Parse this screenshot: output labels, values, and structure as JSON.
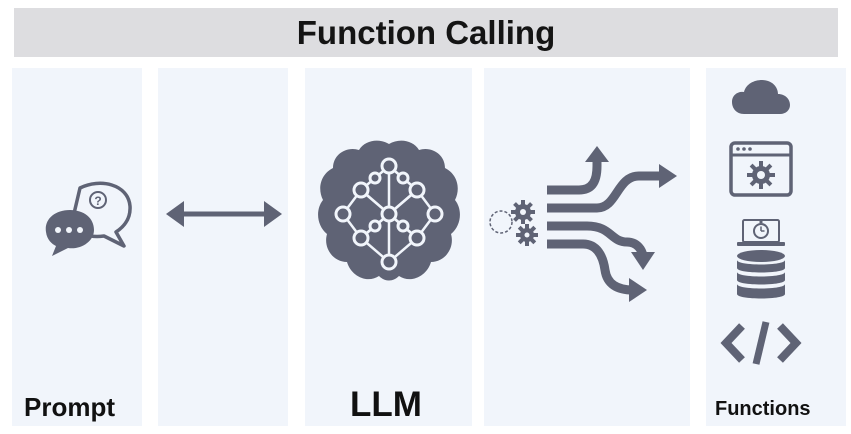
{
  "title": "Function Calling",
  "labels": {
    "prompt": "Prompt",
    "llm": "LLM",
    "functions": "Functions"
  },
  "colors": {
    "icon": "#5f6375",
    "panel": "#f1f5fb",
    "title_bar": "#dddde0",
    "text": "#111111"
  },
  "icons": {
    "prompt": "chat-bubbles-question-icon",
    "link": "double-arrow-icon",
    "llm": "brain-network-icon",
    "routing": "gears-branching-arrows-icon",
    "functions": [
      "cloud-icon",
      "browser-settings-icon",
      "laptop-clock-icon",
      "database-icon",
      "code-icon"
    ]
  }
}
